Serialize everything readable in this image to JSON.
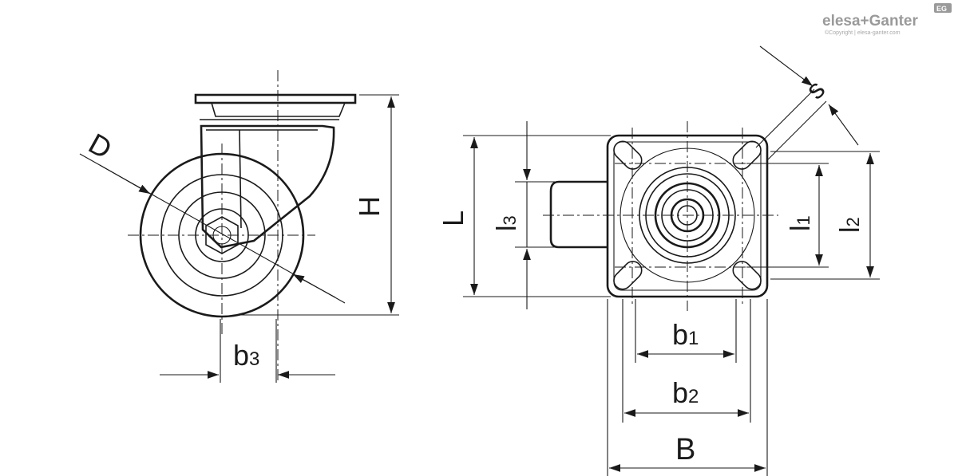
{
  "brand": {
    "name": "elesa+Ganter",
    "badge": "EG",
    "copyright": "©Copyright | elesa-ganter.com"
  },
  "labels": {
    "D": "D",
    "H": "H",
    "b3_main": "b",
    "b3_sub": "3",
    "L": "L",
    "l3_main": "l",
    "l3_sub": "3",
    "l1_main": "l",
    "l1_sub": "1",
    "l2_main": "l",
    "l2_sub": "2",
    "s": "s",
    "b1_main": "b",
    "b1_sub": "1",
    "b2_main": "b",
    "b2_sub": "2",
    "B": "B"
  },
  "colors": {
    "line": "#1a1a1a",
    "brand_gray": "#9a9a9a"
  }
}
